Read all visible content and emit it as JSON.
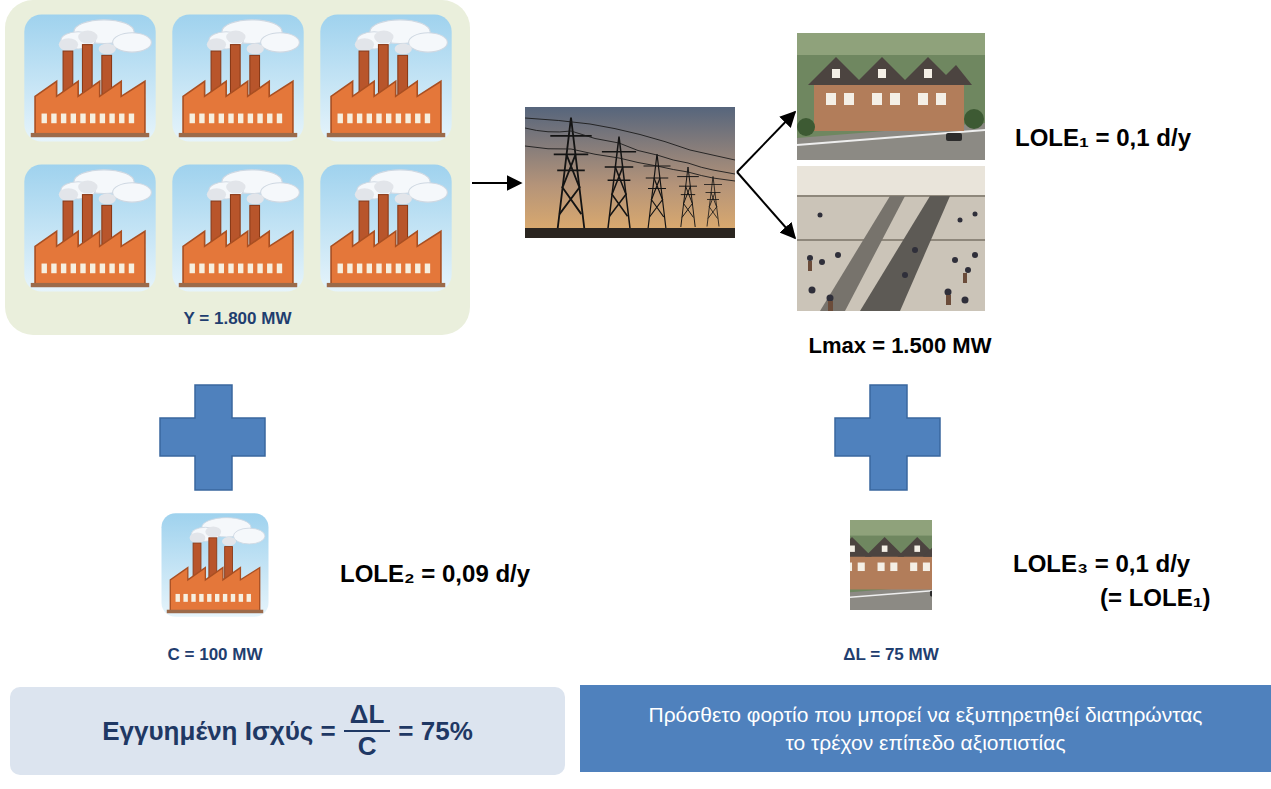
{
  "diagram": {
    "nodes": [
      {
        "text": [
          "Y = 1.800 MW"
        ]
      },
      {
        "text": [
          "Εγγυημένη Ισχύς =",
          "ΔL",
          "C",
          "= 75%"
        ]
      },
      {
        "text": [
          "Πρόσθετο φορτίο που μπορεί να εξυπηρετηθεί διατηρώντας το τρέχον επίπεδο αξιοπιστίας"
        ]
      }
    ],
    "labels": [
      "LOLE₁ = 0,1 d/y",
      "Lmax = 1.500 MW",
      "C = 100 MW",
      "LOLE₂ = 0,09 d/y",
      "ΔL = 75 MW",
      "LOLE₃ = 0,1 d/y",
      "(= LOLE₁)"
    ]
  }
}
